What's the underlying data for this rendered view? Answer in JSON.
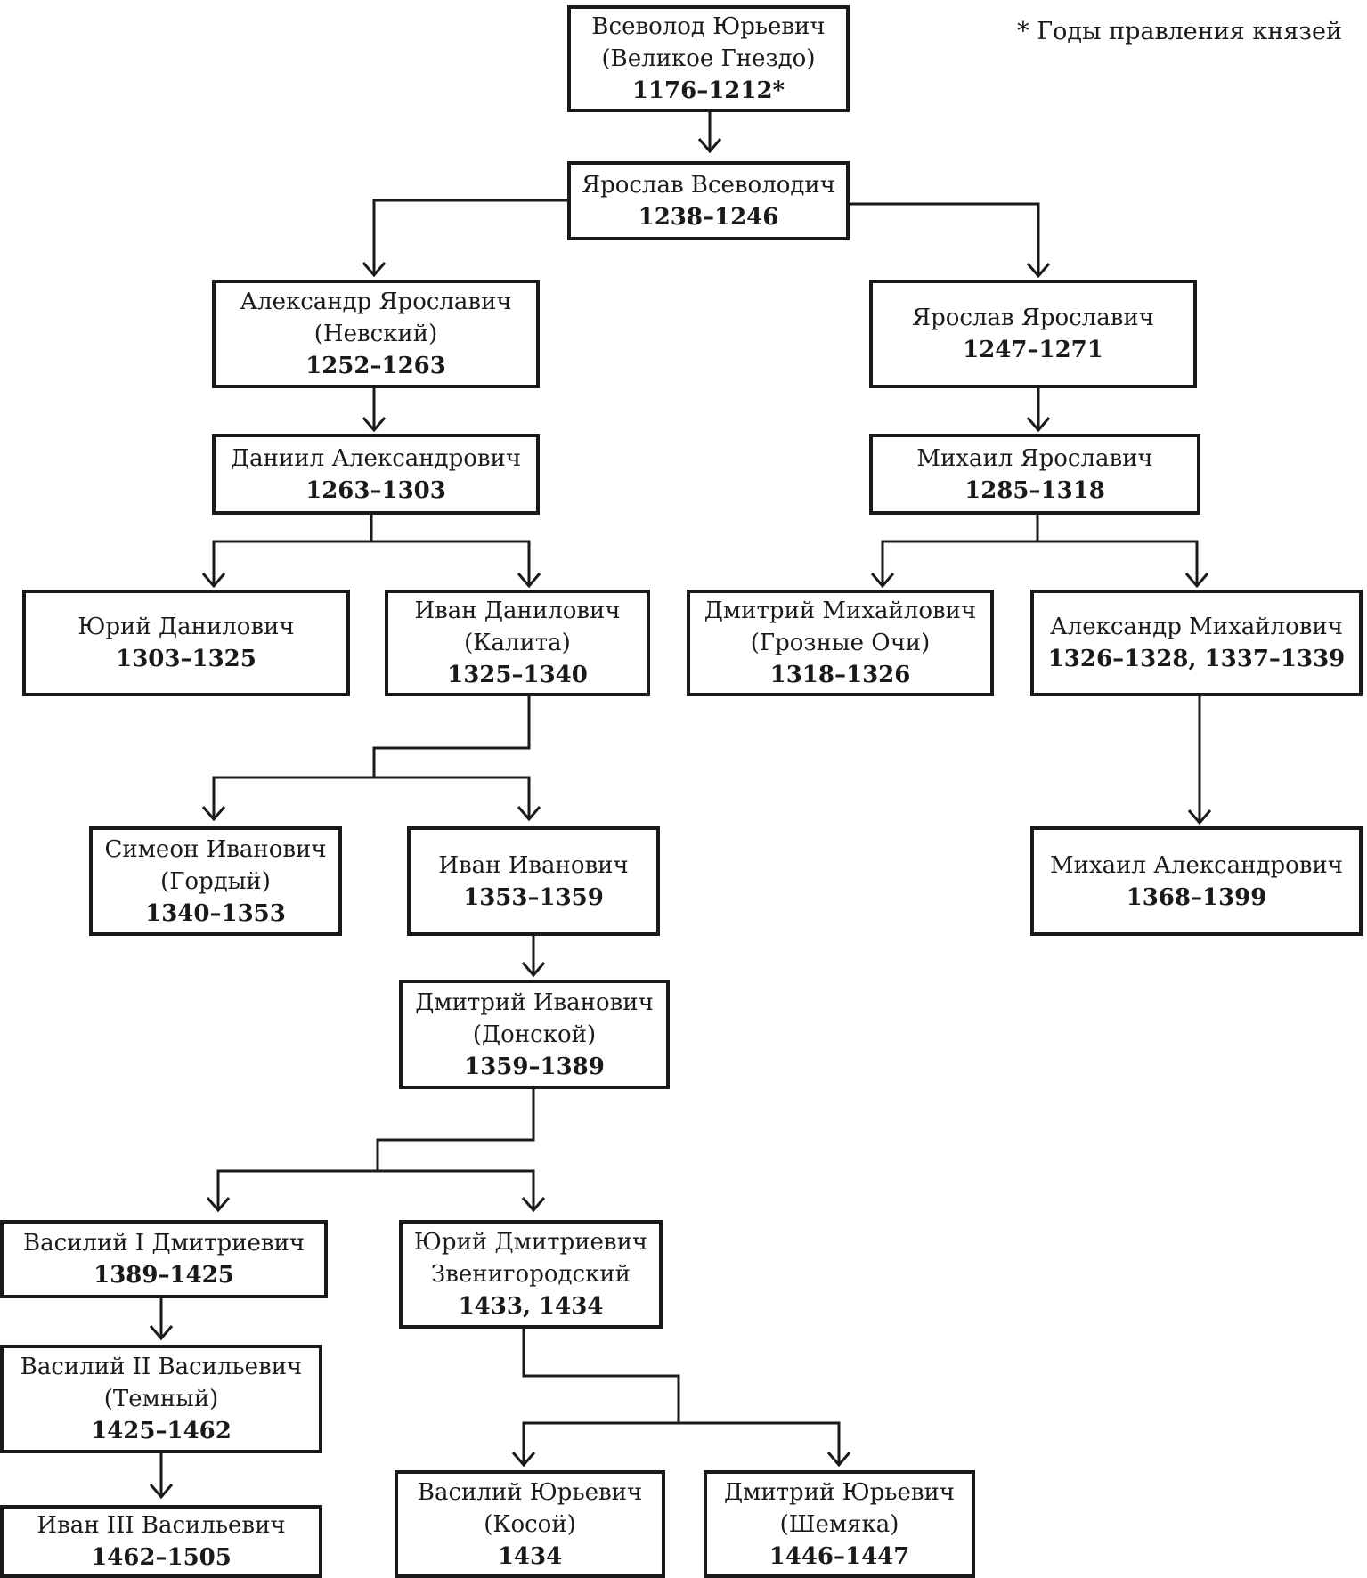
{
  "legend": "* Годы правления князей",
  "colors": {
    "line": "#1a1a1a",
    "background": "#ffffff"
  },
  "nodes": {
    "vsevolod": {
      "name": "Всеволод Юрьевич",
      "nickname": "(Великое Гнездо)",
      "years": "1176–1212*"
    },
    "yaroslav_vs": {
      "name": "Ярослав Всеволодич",
      "years": "1238–1246"
    },
    "aleksandr_nev": {
      "name": "Александр Ярославич",
      "nickname": "(Невский)",
      "years": "1252–1263"
    },
    "yaroslav_yar": {
      "name": "Ярослав Ярославич",
      "years": "1247–1271"
    },
    "daniil": {
      "name": "Даниил Александрович",
      "years": "1263–1303"
    },
    "mikhail_yar": {
      "name": "Михаил Ярославич",
      "years": "1285–1318"
    },
    "yuri_dan": {
      "name": "Юрий Данилович",
      "years": "1303–1325"
    },
    "ivan_kalita": {
      "name": "Иван Данилович",
      "nickname": "(Калита)",
      "years": "1325–1340"
    },
    "dmitri_mikh": {
      "name": "Дмитрий Михайлович",
      "nickname": "(Грозные Очи)",
      "years": "1318–1326"
    },
    "aleksandr_mikh": {
      "name": "Александр Михайлович",
      "years": "1326–1328, 1337–1339"
    },
    "simeon": {
      "name": "Симеон Иванович",
      "nickname": "(Гордый)",
      "years": "1340–1353"
    },
    "ivan_ivan": {
      "name": "Иван Иванович",
      "years": "1353–1359"
    },
    "mikhail_aleks": {
      "name": "Михаил Александрович",
      "years": "1368–1399"
    },
    "dmitri_donskoy": {
      "name": "Дмитрий Иванович",
      "nickname": "(Донской)",
      "years": "1359–1389"
    },
    "vasili_1": {
      "name": "Василий I Дмитриевич",
      "years": "1389–1425"
    },
    "yuri_zven": {
      "name": "Юрий Дмитриевич",
      "nickname": "Звенигородский",
      "years": "1433, 1434"
    },
    "vasili_2": {
      "name": "Василий II Васильевич",
      "nickname": "(Темный)",
      "years": "1425–1462"
    },
    "ivan_3": {
      "name": "Иван III Васильевич",
      "years": "1462–1505"
    },
    "vasili_kosoy": {
      "name": "Василий Юрьевич",
      "nickname": "(Косой)",
      "years": "1434"
    },
    "dmitri_shemyaka": {
      "name": "Дмитрий Юрьевич",
      "nickname": "(Шемяка)",
      "years": "1446–1447"
    }
  },
  "edges": [
    [
      "vsevolod",
      "yaroslav_vs"
    ],
    [
      "yaroslav_vs",
      "aleksandr_nev"
    ],
    [
      "yaroslav_vs",
      "yaroslav_yar"
    ],
    [
      "aleksandr_nev",
      "daniil"
    ],
    [
      "yaroslav_yar",
      "mikhail_yar"
    ],
    [
      "daniil",
      "yuri_dan"
    ],
    [
      "daniil",
      "ivan_kalita"
    ],
    [
      "mikhail_yar",
      "dmitri_mikh"
    ],
    [
      "mikhail_yar",
      "aleksandr_mikh"
    ],
    [
      "ivan_kalita",
      "simeon"
    ],
    [
      "ivan_kalita",
      "ivan_ivan"
    ],
    [
      "aleksandr_mikh",
      "mikhail_aleks"
    ],
    [
      "ivan_ivan",
      "dmitri_donskoy"
    ],
    [
      "dmitri_donskoy",
      "vasili_1"
    ],
    [
      "dmitri_donskoy",
      "yuri_zven"
    ],
    [
      "vasili_1",
      "vasili_2"
    ],
    [
      "vasili_2",
      "ivan_3"
    ],
    [
      "yuri_zven",
      "vasili_kosoy"
    ],
    [
      "yuri_zven",
      "dmitri_shemyaka"
    ]
  ]
}
